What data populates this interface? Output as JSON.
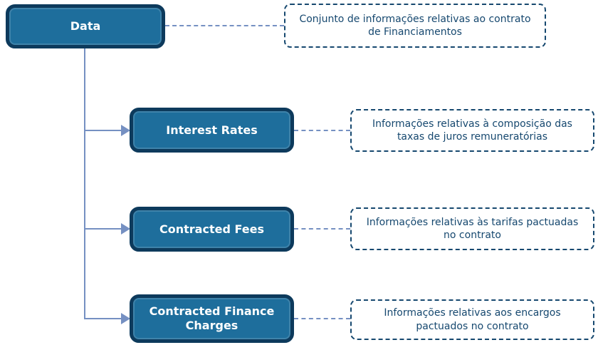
{
  "diagram": {
    "root": {
      "label": "Data",
      "note": "Conjunto de informações relativas ao contrato de Financiamentos"
    },
    "children": [
      {
        "label": "Interest Rates",
        "note": "Informações relativas à composição das taxas de juros remuneratórias"
      },
      {
        "label": "Contracted Fees",
        "note": "Informações relativas às tarifas pactuadas no contrato"
      },
      {
        "label": "Contracted Finance Charges",
        "note": "Informações relativas aos encargos pactuados no contrato"
      }
    ],
    "colors": {
      "node_fill": "#1E6E9C",
      "node_border": "#0D3A5C",
      "note_text": "#16486F",
      "note_border": "#16486F",
      "connector": "#7590C2"
    }
  }
}
